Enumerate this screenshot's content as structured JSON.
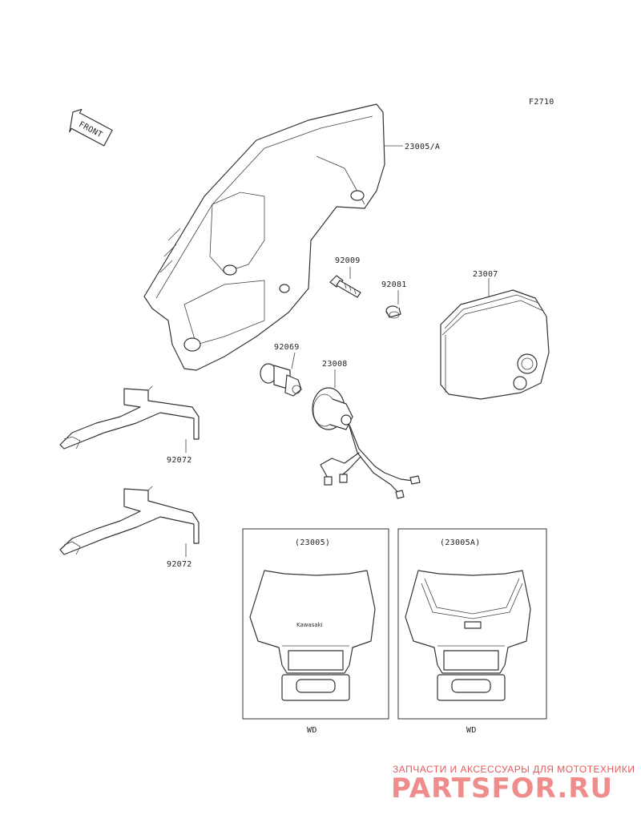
{
  "figure_code": "F2710",
  "front_badge": "FRONT",
  "parts": {
    "headlight_housing": "23005/A",
    "bolt": "92009",
    "grommet": "92081",
    "lens_unit": "23007",
    "bulb": "92069",
    "socket": "23008",
    "stay_upper": "92072",
    "stay_lower": "92072"
  },
  "variants": [
    {
      "code": "(23005)",
      "model": "WD",
      "logo_text": "Kawasaki"
    },
    {
      "code": "(23005A)",
      "model": "WD"
    }
  ],
  "watermark": {
    "line1": "ЗАПЧАСТИ И АКСЕССУАРЫ ДЛЯ МОТОТЕХНИКИ",
    "line2": "PARTSFOR.RU",
    "color": "#ef8c8c"
  }
}
